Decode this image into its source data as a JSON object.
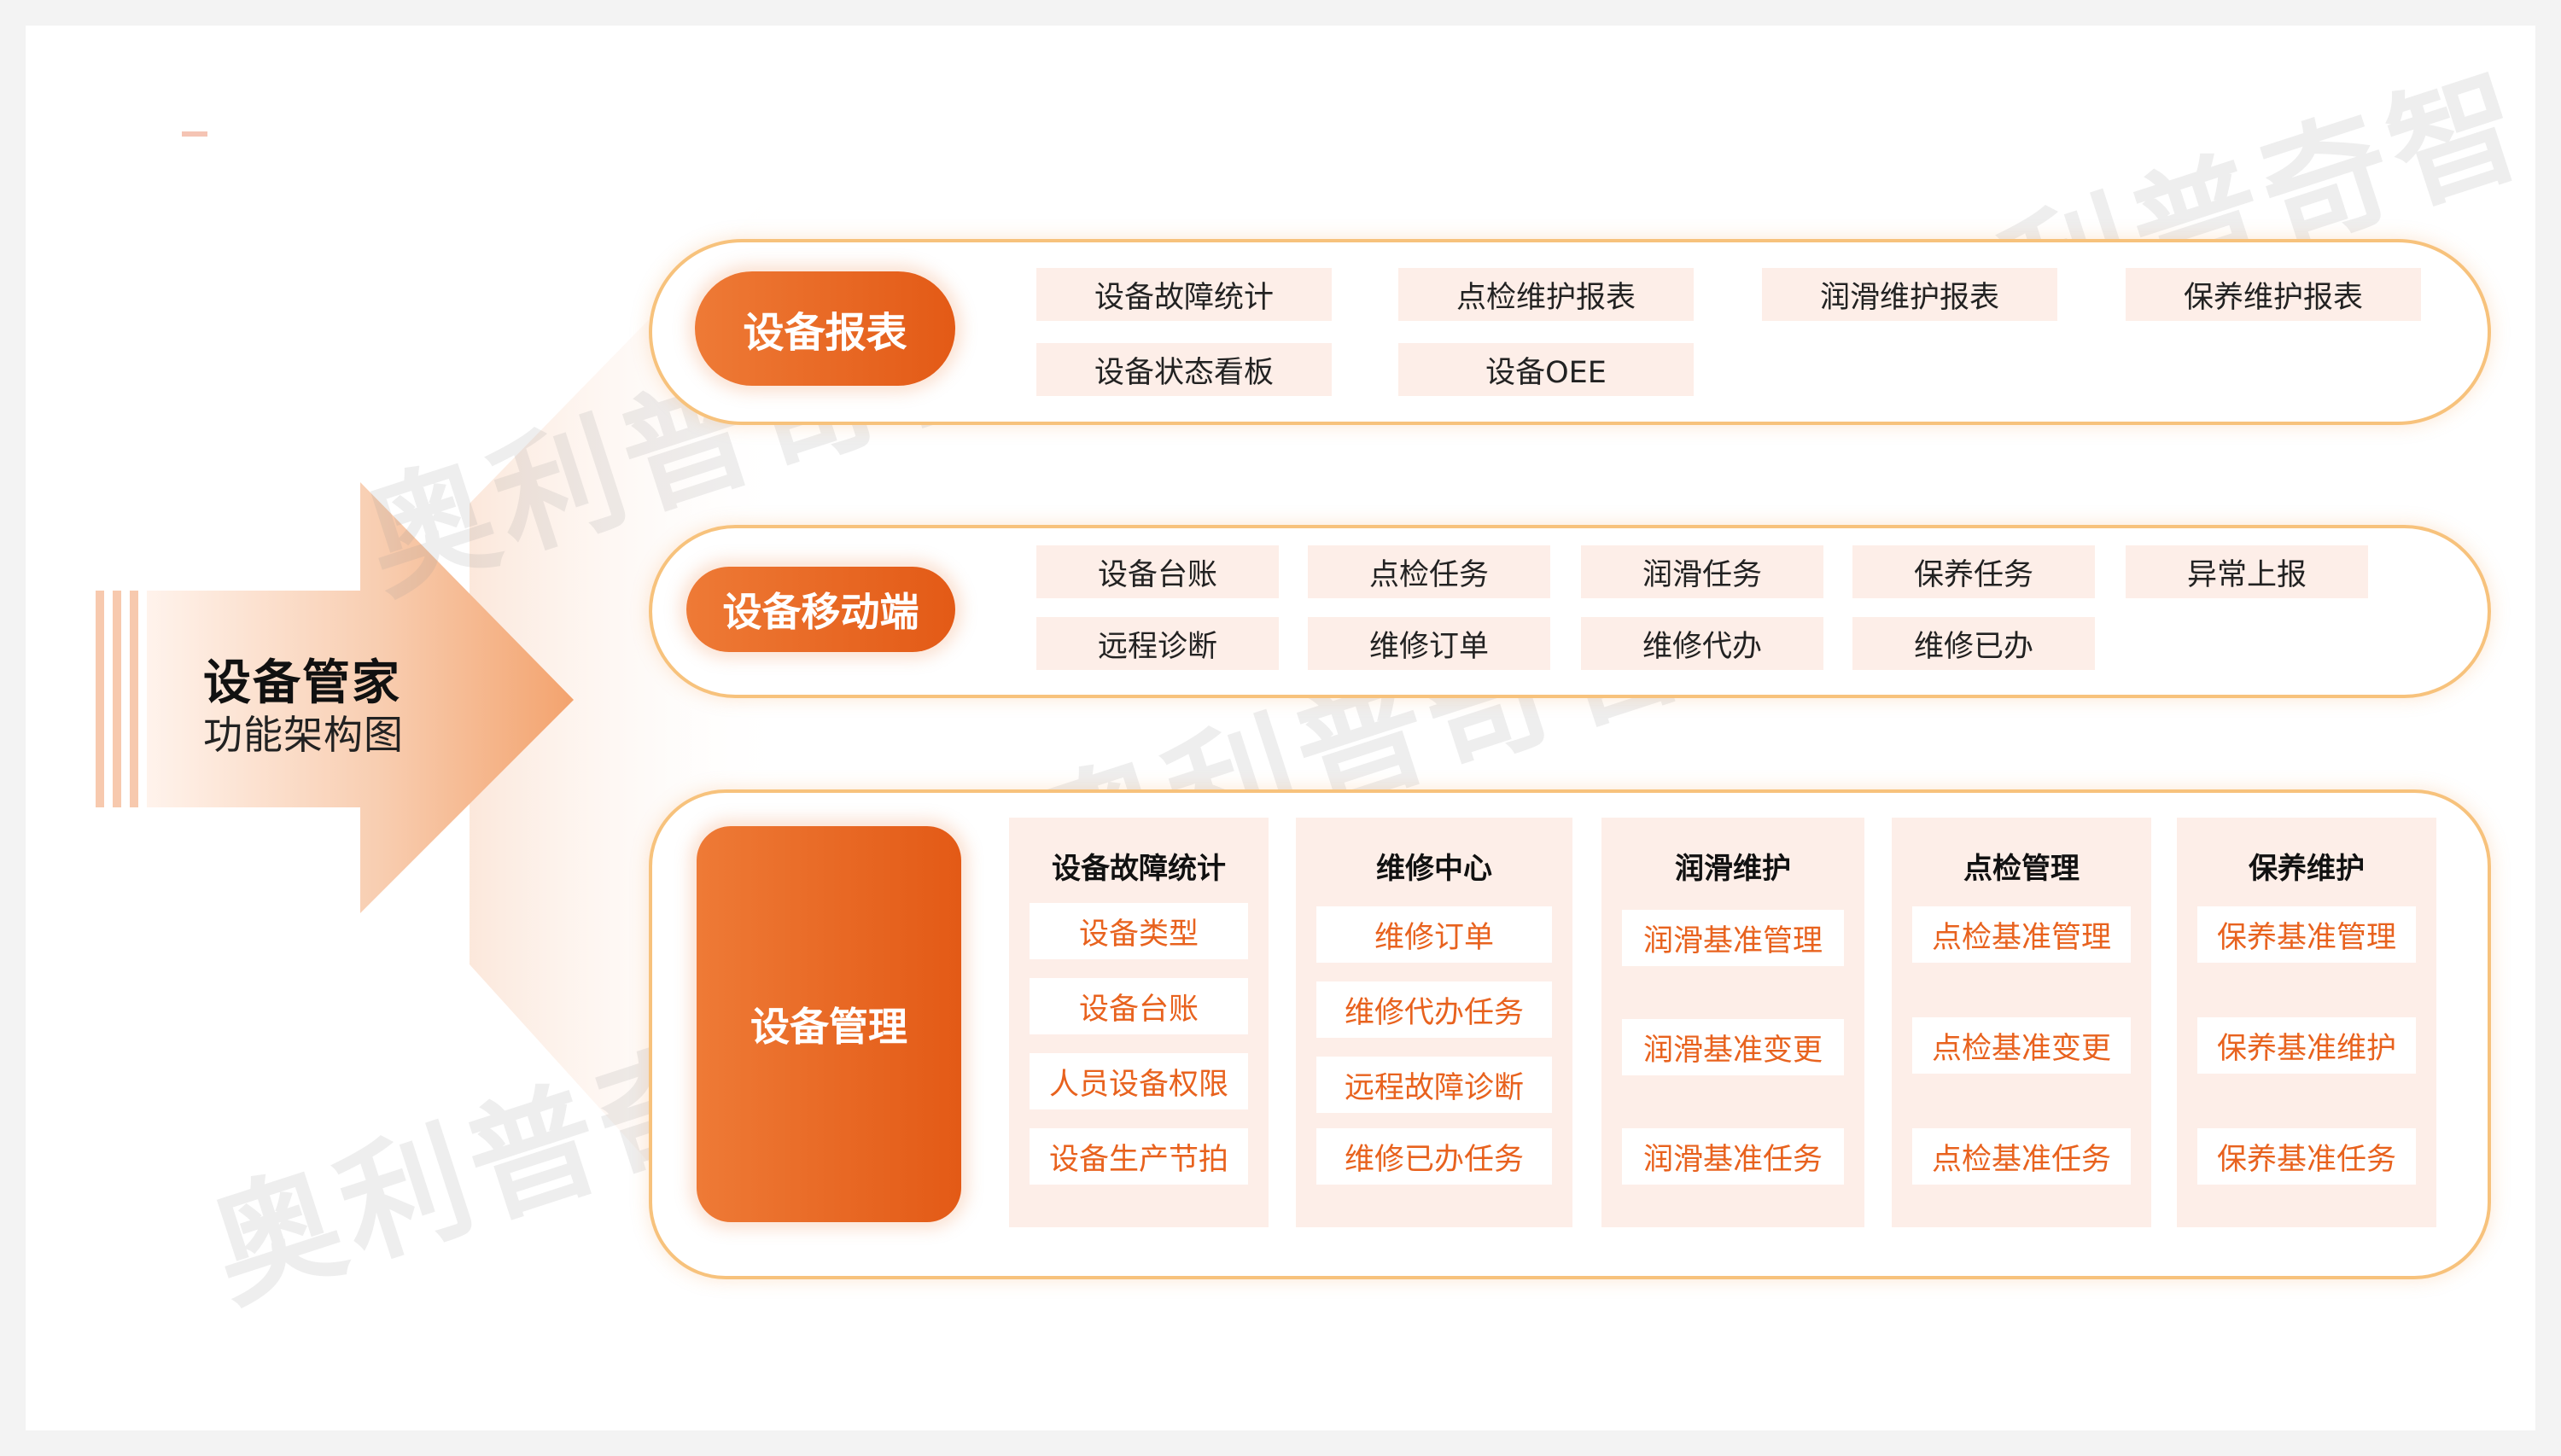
{
  "hub": {
    "title": "设备管家",
    "subtitle": "功能架构图"
  },
  "report": {
    "label": "设备报表",
    "items": [
      "设备故障统计",
      "点检维护报表",
      "润滑维护报表",
      "保养维护报表",
      "设备状态看板",
      "设备OEE"
    ]
  },
  "mobile": {
    "label": "设备移动端",
    "items": [
      "设备台账",
      "点检任务",
      "润滑任务",
      "保养任务",
      "异常上报",
      "远程诊断",
      "维修订单",
      "维修代办",
      "维修已办"
    ]
  },
  "management": {
    "label": "设备管理",
    "columns": [
      {
        "title": "设备故障统计",
        "items": [
          "设备类型",
          "设备台账",
          "人员设备权限",
          "设备生产节拍"
        ]
      },
      {
        "title": "维修中心",
        "items": [
          "维修订单",
          "维修代办任务",
          "远程故障诊断",
          "维修已办任务"
        ]
      },
      {
        "title": "润滑维护",
        "items": [
          "润滑基准管理",
          "润滑基准变更",
          "润滑基准任务"
        ]
      },
      {
        "title": "点检管理",
        "items": [
          "点检基准管理",
          "点检基准变更",
          "点检基准任务"
        ]
      },
      {
        "title": "保养维护",
        "items": [
          "保养基准管理",
          "保养基准维护",
          "保养基准任务"
        ]
      }
    ]
  },
  "watermark": "奥利普奇智",
  "colors": {
    "accent": "#e8621e",
    "panel_border": "#f7c27c",
    "chip_bg": "#fdeee8"
  }
}
